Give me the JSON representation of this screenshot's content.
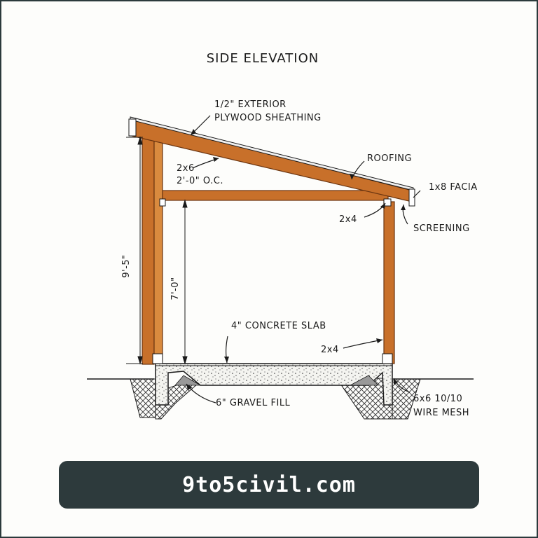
{
  "title": "SIDE ELEVATION",
  "labels": {
    "sheathing_line1": "1/2\" EXTERIOR",
    "sheathing_line2": "PLYWOOD SHEATHING",
    "rafter_line1": "2x6",
    "rafter_line2": "2'-0\" O.C.",
    "roofing": "ROOFING",
    "facia": "1x8 FACIA",
    "top_plate": "2x4",
    "screening": "SCREENING",
    "wall_height": "9'-5\"",
    "clear_height": "7'-0\"",
    "slab": "4\" CONCRETE SLAB",
    "post": "2x4",
    "gravel": "6\" GRAVEL FILL",
    "mesh_line1": "6x6 10/10",
    "mesh_line2": "WIRE MESH"
  },
  "colors": {
    "wood": "#c8702a",
    "wood_edge": "#6b3510",
    "ink": "#1a1a1a",
    "banner": "#2d3a3c"
  },
  "banner": {
    "text": "9to5civil.com"
  }
}
